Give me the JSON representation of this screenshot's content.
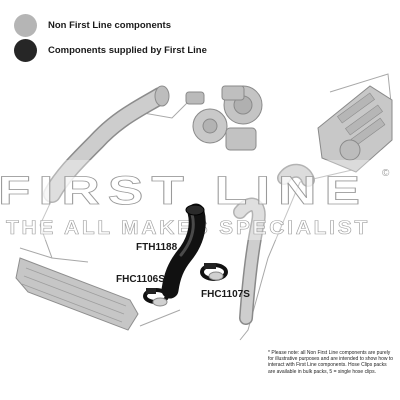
{
  "legend": {
    "items": [
      {
        "label": "Non First Line components",
        "color": "#b5b5b5"
      },
      {
        "label": "Components supplied by First Line",
        "color": "#262626"
      }
    ]
  },
  "watermark": {
    "brand": "FIRST LINE",
    "tagline": "THE ALL MAKES SPECIALIST",
    "symbol": "©"
  },
  "parts": {
    "hose": "FTH1188",
    "clip_left": "FHC1106S",
    "clip_right": "FHC1107S"
  },
  "note": {
    "text": "* Please note: all Non First Line components are purely for illustrative purposes and are intended to show how to interact with First Line components. Hose Clips packs are available in bulk packs, 5 = single hose clips."
  }
}
